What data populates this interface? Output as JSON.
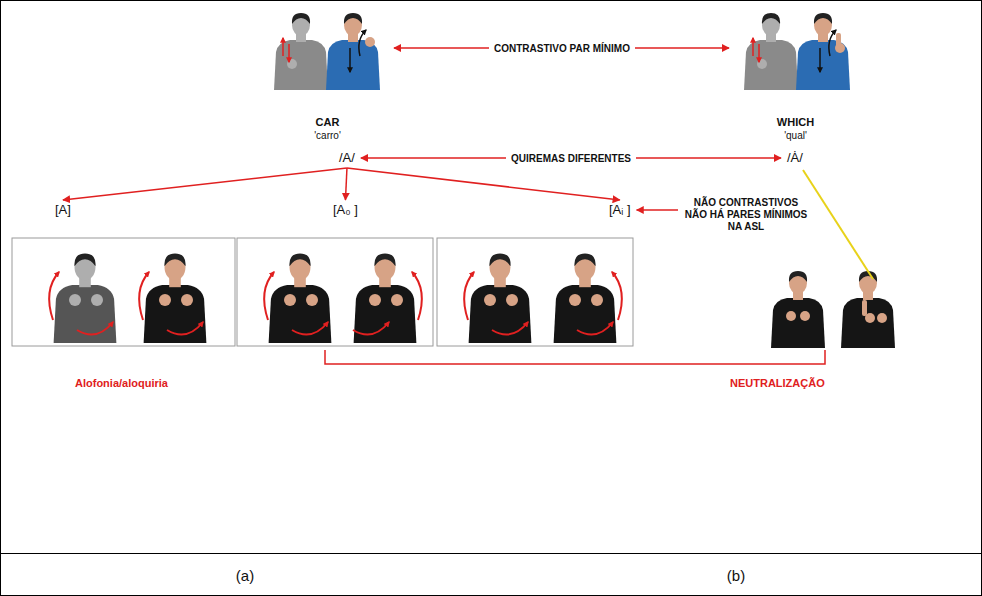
{
  "diagram": {
    "nodes": [
      {
        "text": [
          "CAR",
          "'carro'"
        ]
      },
      {
        "text": [
          "WHICH",
          "'qual'"
        ]
      },
      {
        "text": [
          "/A/"
        ]
      },
      {
        "text": [
          "/Ȧ/"
        ]
      },
      {
        "text": [
          "[A]"
        ]
      },
      {
        "text": [
          "[A₀ ]"
        ]
      },
      {
        "text": [
          "[Aᵢ ]"
        ]
      },
      {
        "text": [
          "NÃO CONTRASTIVOS NÃO HÁ PARES MÍNIMOS NA ASL"
        ]
      },
      {
        "text": [
          "(a)"
        ]
      },
      {
        "text": [
          "(b)"
        ]
      }
    ],
    "edges": [
      {
        "from": 0,
        "to": 1,
        "arrow": "both",
        "label": "CONTRASTIVO PAR MÍNIMO"
      },
      {
        "from": 2,
        "to": 3,
        "arrow": "both",
        "label": "QUIREMAS DIFERENTES"
      },
      {
        "from": 2,
        "to": 4,
        "arrow": "to"
      },
      {
        "from": 2,
        "to": 5,
        "arrow": "to"
      },
      {
        "from": 2,
        "to": 6,
        "arrow": "to"
      },
      {
        "from": 7,
        "to": 6,
        "arrow": "to"
      }
    ],
    "labels": [
      "Alofonia/aloquiria",
      "NEUTRALIZAÇÃO"
    ]
  }
}
